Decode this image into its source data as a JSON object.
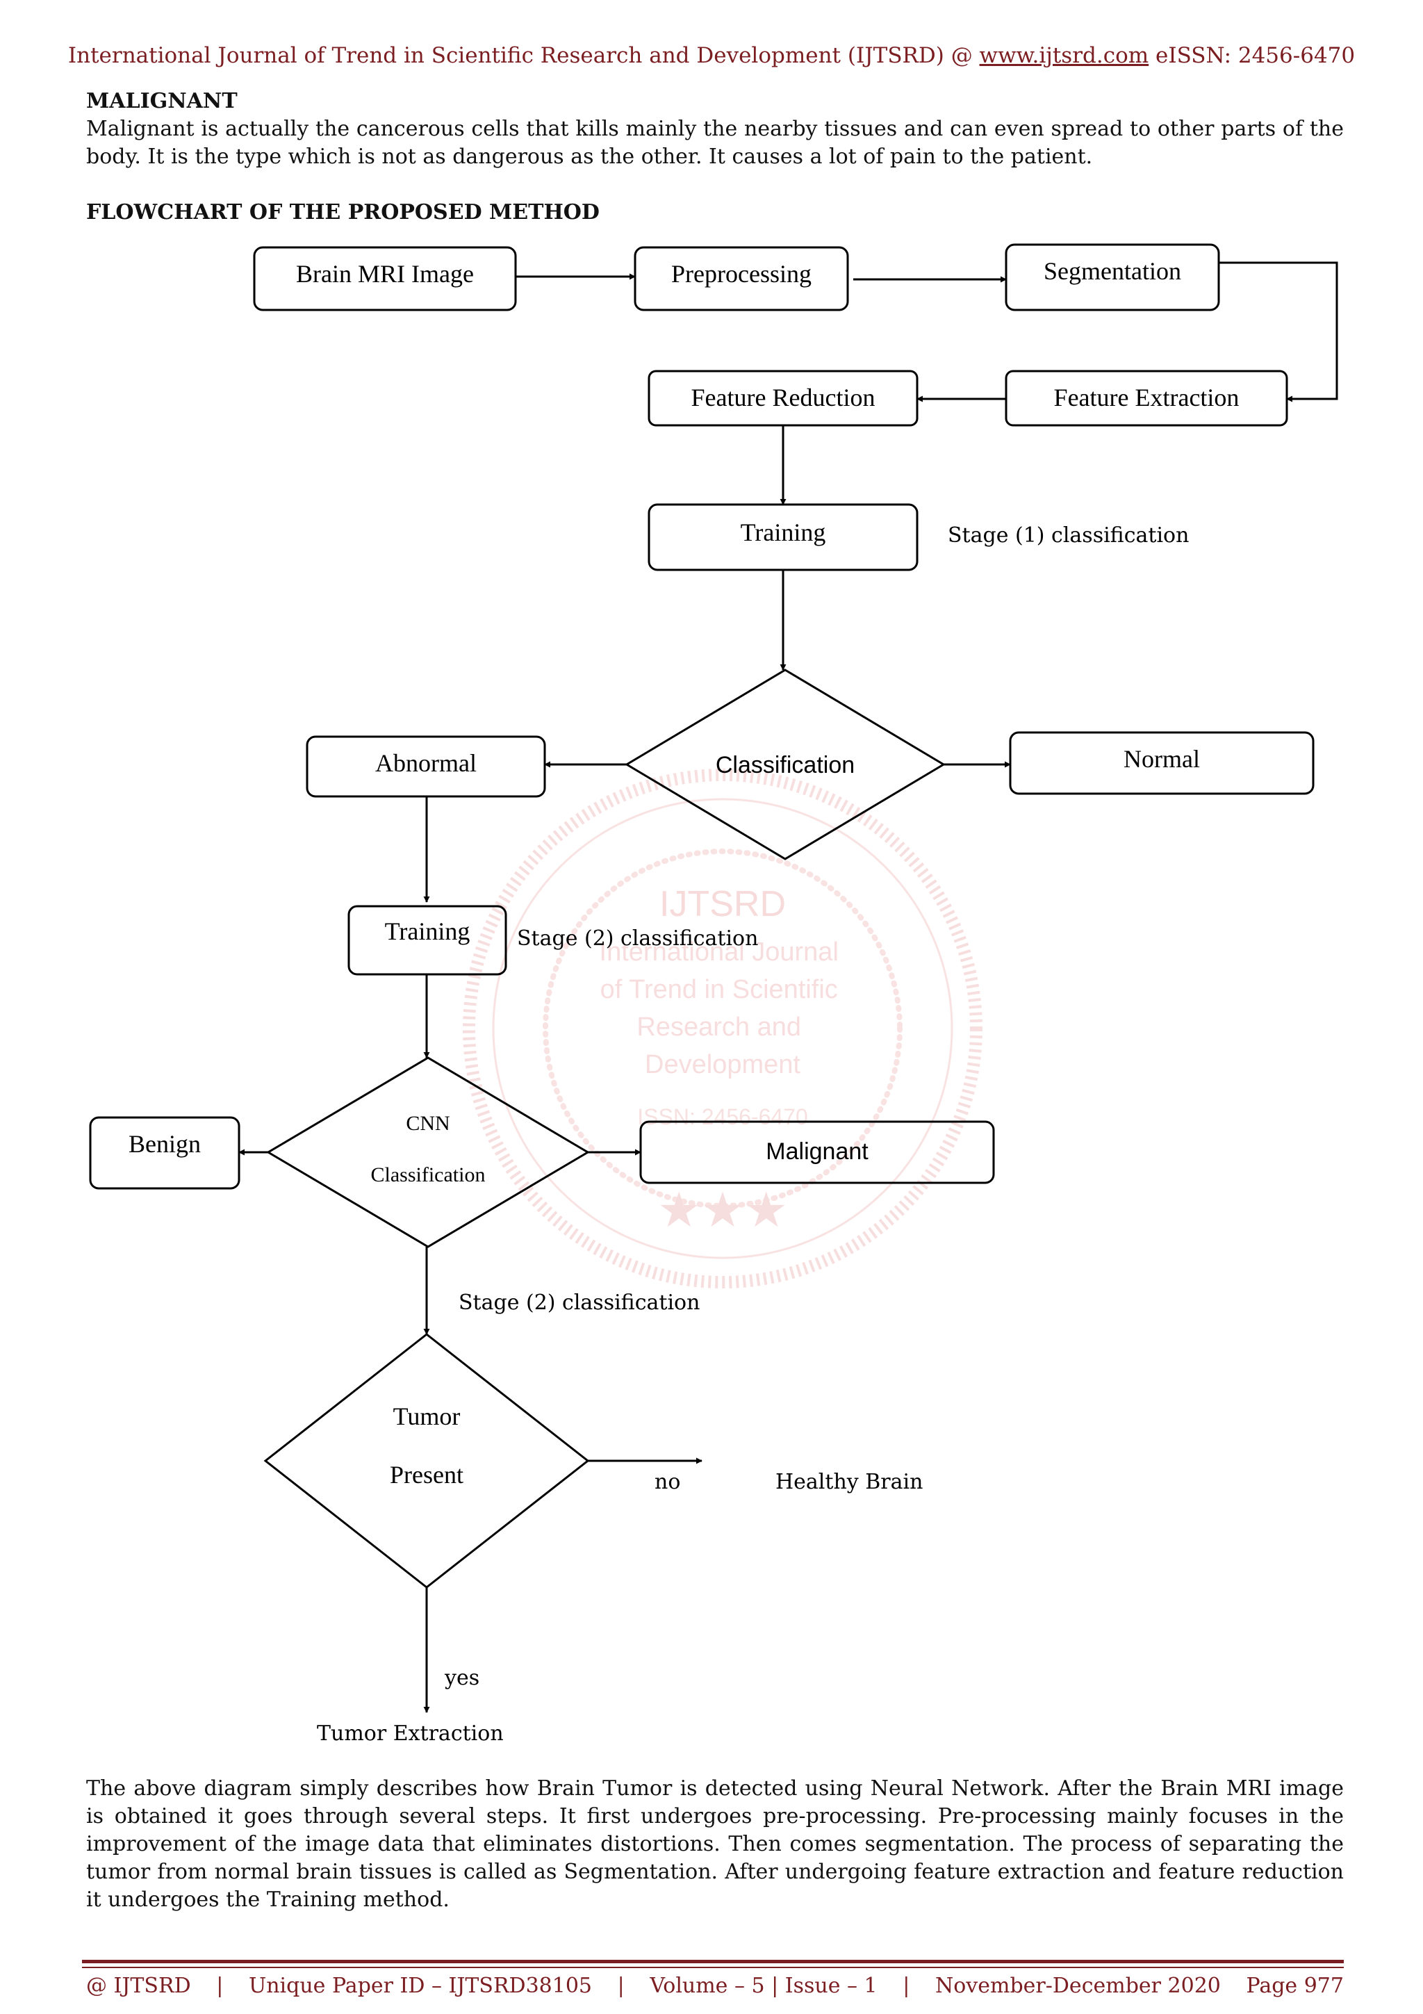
{
  "header": {
    "journal": "International Journal of Trend in Scientific Research and Development (IJTSRD) @ ",
    "site": "www.ijtsrd.com",
    "issn": " eISSN: 2456-6470"
  },
  "section_malignant": {
    "title": "MALIGNANT",
    "text": "Malignant is actually the cancerous cells that kills mainly the nearby tissues and can even spread to other parts of the body. It is the type which is not as dangerous as the other. It causes a lot of pain to the patient."
  },
  "flowchart": {
    "title": "FLOWCHART OF THE PROPOSED METHOD",
    "nodes": {
      "brain_mri": "Brain MRI Image",
      "preprocessing": "Preprocessing",
      "segmentation": "Segmentation",
      "feature_extraction": "Feature Extraction",
      "feature_reduction": "Feature Reduction",
      "training1": "Training",
      "classification": "Classification",
      "abnormal": "Abnormal",
      "normal": "Normal",
      "training2": "Training",
      "cnn_line1": "CNN",
      "cnn_line2": "Classification",
      "benign": "Benign",
      "malignant": "Malignant",
      "tumor_line1": "Tumor",
      "tumor_line2": "Present",
      "healthy": "Healthy Brain",
      "tumor_extraction": "Tumor Extraction"
    },
    "labels": {
      "stage1": "Stage (1) classification",
      "stage2a": "Stage (2) classification",
      "stage2b": "Stage (2) classification",
      "no": "no",
      "yes": "yes"
    }
  },
  "body_paragraph": "The above diagram simply describes how Brain Tumor is detected using Neural Network. After the Brain MRI image is obtained it goes through several steps. It first undergoes pre-processing. Pre-processing mainly focuses in the improvement of the image data that eliminates distortions. Then comes segmentation. The process of separating the tumor from normal brain tissues is called as Segmentation. After undergoing feature extraction and feature reduction it undergoes the Training method.",
  "watermark": {
    "logo": "IJTSRD",
    "line1": "International Journal",
    "line2": "of Trend in Scientific",
    "line3": "Research and",
    "line4": "Development",
    "issn": "ISSN: 2456-6470"
  },
  "footer": {
    "publisher": "@ IJTSRD",
    "paper_id": "Unique Paper ID – IJTSRD38105",
    "volume": "Volume – 5 | Issue – 1",
    "date": "November-December 2020",
    "page": "Page 977"
  }
}
